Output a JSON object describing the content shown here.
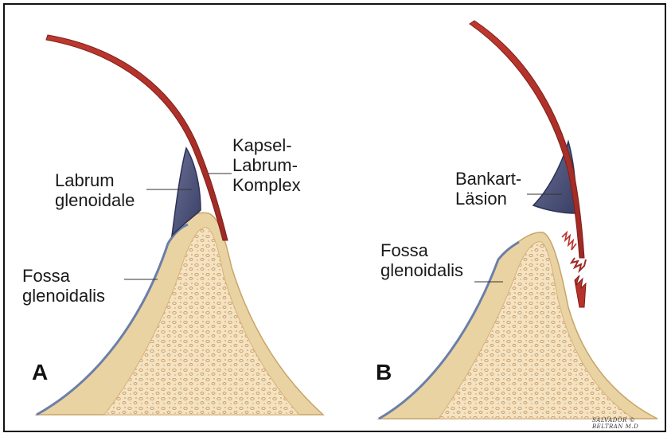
{
  "panel_a": {
    "letter": "A",
    "capsule_label": [
      "Kapsel-",
      "Labrum-",
      "Komplex"
    ],
    "labrum_label": [
      "Labrum",
      "glenoidale"
    ],
    "fossa_label": [
      "Fossa",
      "glenoidalis"
    ]
  },
  "panel_b": {
    "letter": "B",
    "bankart_label": [
      "Bankart-",
      "Läsion"
    ],
    "fossa_label": [
      "Fossa",
      "glenoidalis"
    ]
  },
  "signature": [
    "SALVADOR ©",
    "BELTRAN M.D"
  ],
  "colors": {
    "capsule": "#b8322c",
    "labrum": "#4a4f78",
    "bone_rim": "#e8d2a0",
    "cancellous": "#f4e1bd",
    "cartilage_line": "#5a6f9a"
  }
}
